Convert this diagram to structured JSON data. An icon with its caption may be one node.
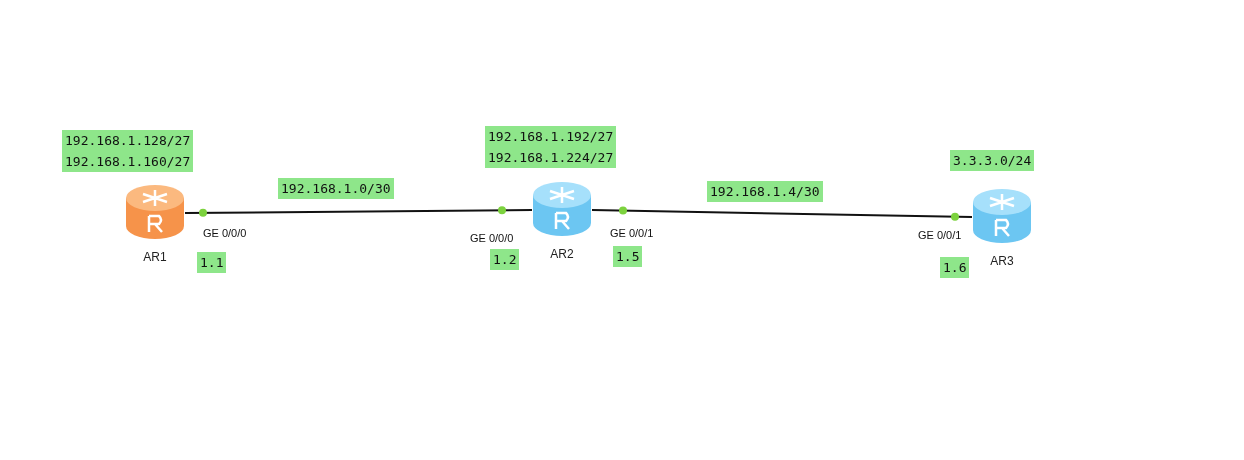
{
  "diagram": {
    "nodes": [
      {
        "text": [
          "AR1"
        ],
        "beside": [
          "192.168.1.128/27",
          "192.168.1.160/27"
        ]
      },
      {
        "text": [
          "AR2"
        ],
        "beside": [
          "192.168.1.192/27",
          "192.168.1.224/27"
        ]
      },
      {
        "text": [
          "AR3"
        ],
        "beside": [
          "3.3.3.0/24"
        ]
      }
    ],
    "edges": [
      {
        "from": 0,
        "to": 1,
        "arrow": "none",
        "label": "192.168.1.0/30"
      },
      {
        "from": 1,
        "to": 2,
        "arrow": "none",
        "label": "192.168.1.4/30"
      }
    ],
    "labels": [
      "GE 0/0/0",
      "GE 0/0/0",
      "GE 0/0/1",
      "GE 0/0/1",
      "1.1",
      "1.2",
      "1.5",
      "1.6"
    ]
  }
}
